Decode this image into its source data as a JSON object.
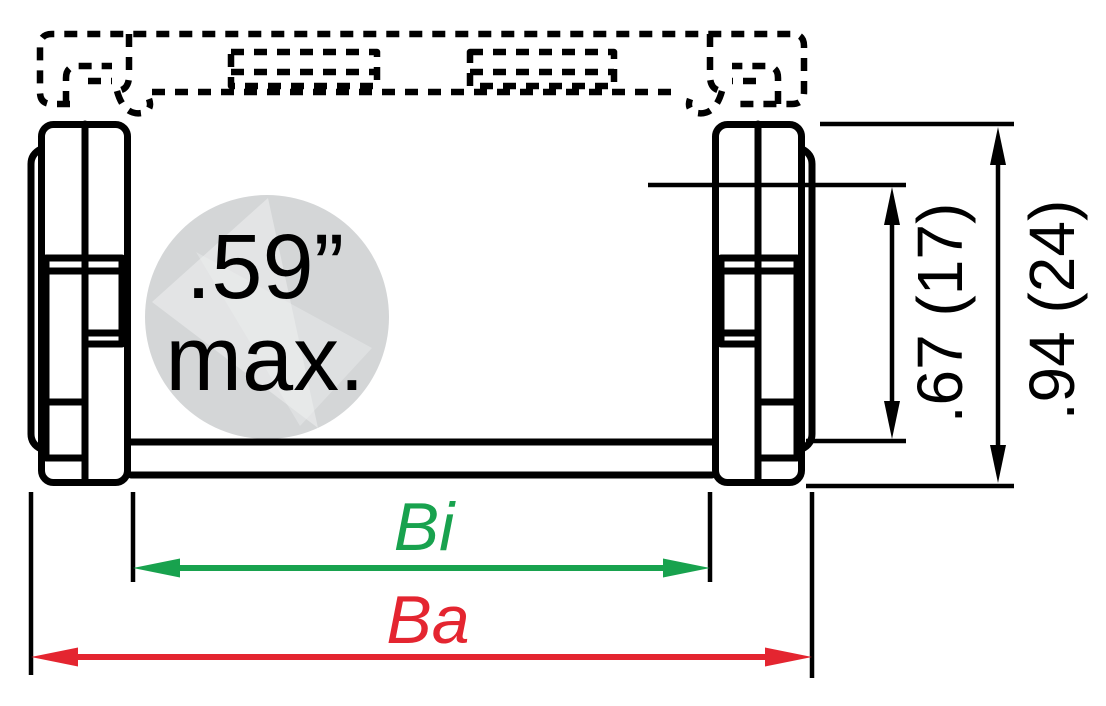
{
  "diagram": {
    "callout": {
      "line1": ".59”",
      "line2": "max."
    },
    "dims": {
      "inner_height_label": ".67 (17)",
      "outer_height_label": ".94 (24)",
      "inner_width_label": "Bi",
      "outer_width_label": "Ba"
    },
    "colors": {
      "line": "#000000",
      "inner_width_accent": "#18a24e",
      "outer_width_accent": "#e42530",
      "callout_fill": "#d4d6d7",
      "callout_highlight": "#eef0f0"
    }
  }
}
